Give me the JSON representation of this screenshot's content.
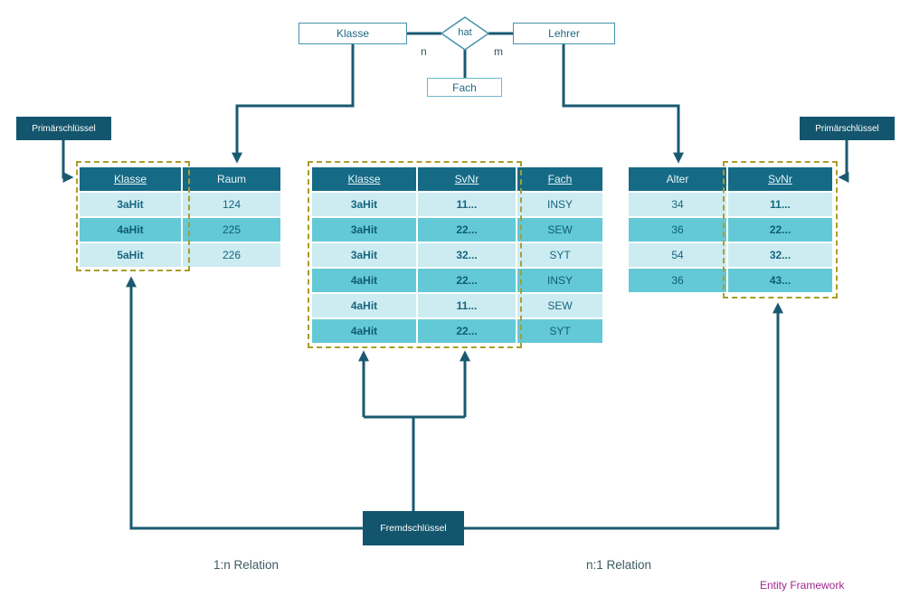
{
  "er_model": {
    "entity_left": "Klasse",
    "relationship": "hat",
    "entity_right": "Lehrer",
    "cardinality_left": "n",
    "cardinality_right": "m",
    "attribute": "Fach"
  },
  "annotations": {
    "primary_key_left": "Primärschlüssel",
    "primary_key_right": "Primärschlüssel",
    "foreign_key": "Fremdschlüssel",
    "relation_label_left": "1:n Relation",
    "relation_label_right": "n:1 Relation",
    "credit": "Entity Framework"
  },
  "tables": {
    "klasse": {
      "headers": [
        "Klasse",
        "Raum"
      ],
      "rows": [
        [
          "3aHit",
          "124"
        ],
        [
          "4aHit",
          "225"
        ],
        [
          "5aHit",
          "226"
        ]
      ]
    },
    "junction": {
      "headers": [
        "Klasse",
        "SvNr",
        "Fach"
      ],
      "rows": [
        [
          "3aHit",
          "11...",
          "INSY"
        ],
        [
          "3aHit",
          "22...",
          "SEW"
        ],
        [
          "3aHit",
          "32...",
          "SYT"
        ],
        [
          "4aHit",
          "22...",
          "INSY"
        ],
        [
          "4aHit",
          "11...",
          "SEW"
        ],
        [
          "4aHit",
          "22...",
          "SYT"
        ]
      ]
    },
    "lehrer": {
      "headers": [
        "Alter",
        "SvNr"
      ],
      "rows": [
        [
          "34",
          "11..."
        ],
        [
          "36",
          "22..."
        ],
        [
          "54",
          "32..."
        ],
        [
          "36",
          "43..."
        ]
      ]
    }
  },
  "colors": {
    "header_teal": "#156a85",
    "row_light": "#cdecf2",
    "row_medium": "#63c9d6",
    "line_teal": "#1a5a70",
    "dashed_olive": "#ab9d28",
    "credit_purple": "#a0278f"
  }
}
